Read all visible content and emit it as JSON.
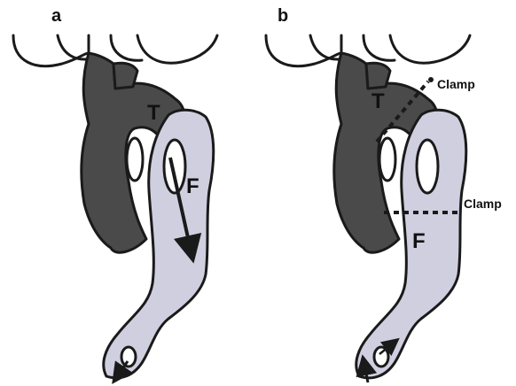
{
  "panels": [
    {
      "letter": "a",
      "labels": {
        "upper_region": "T",
        "lower_region": "F"
      }
    },
    {
      "letter": "b",
      "labels": {
        "upper_region": "T",
        "lower_region": "F"
      },
      "clamps": [
        "Clamp",
        "Clamp"
      ]
    }
  ],
  "colors": {
    "dark_region": "#4a4a4a",
    "light_region": "#cfcfe0",
    "outline": "#1a1a1a",
    "background": "#ffffff"
  }
}
